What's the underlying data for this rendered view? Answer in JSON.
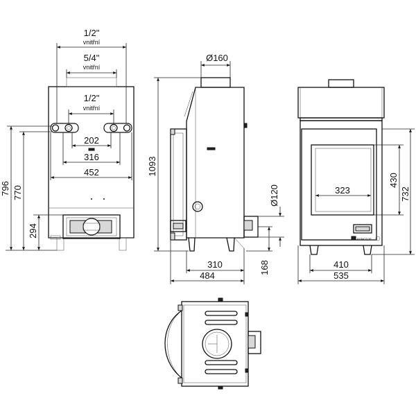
{
  "front_view": {
    "dim_top_pipe": "1/2\"",
    "dim_top_pipe_note": "vnitřní",
    "dim_mid_pipe": "5/4\"",
    "dim_mid_pipe_note": "vnitřní",
    "dim_low_pipe": "1/2\"",
    "dim_low_pipe_note": "vnitřní",
    "dim_202": "202",
    "dim_316": "316",
    "dim_452": "452",
    "dim_796": "796",
    "dim_770": "770",
    "dim_294": "294"
  },
  "side_view": {
    "dim_flue": "Ø160",
    "dim_height": "1093",
    "dim_air": "Ø120",
    "dim_310": "310",
    "dim_484": "484",
    "dim_168": "168"
  },
  "glass_view": {
    "dim_323": "323",
    "dim_430": "430",
    "dim_732": "732",
    "dim_410": "410",
    "dim_535": "535"
  }
}
